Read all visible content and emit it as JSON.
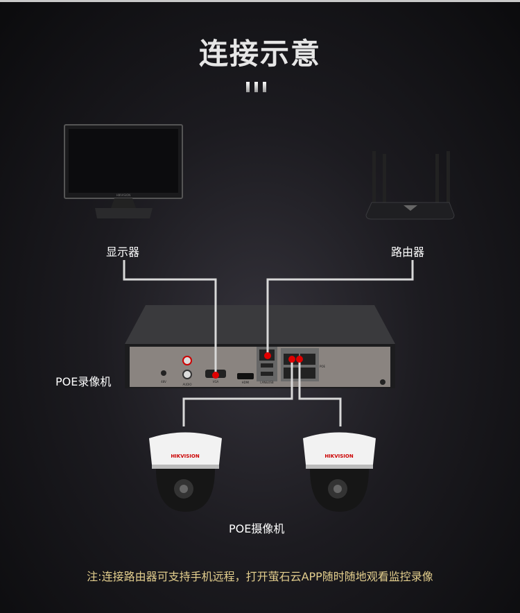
{
  "title": "连接示意",
  "labels": {
    "monitor": "显示器",
    "router": "路由器",
    "nvr": "POE录像机",
    "camera": "POE摄像机"
  },
  "note": "注:连接路由器可支持手机远程，打开萤石云APP随时随地观看监控录像",
  "brand": "HIKVISION",
  "ports": {
    "power": "48V",
    "audio": "AUDIO",
    "vga": "VGA",
    "hdmi": "HDMI",
    "lan": "LAN&USB",
    "poe": "POE"
  },
  "colors": {
    "connector": "#e00000",
    "line": "#d8d8d8",
    "note": "#e4cf8e"
  }
}
